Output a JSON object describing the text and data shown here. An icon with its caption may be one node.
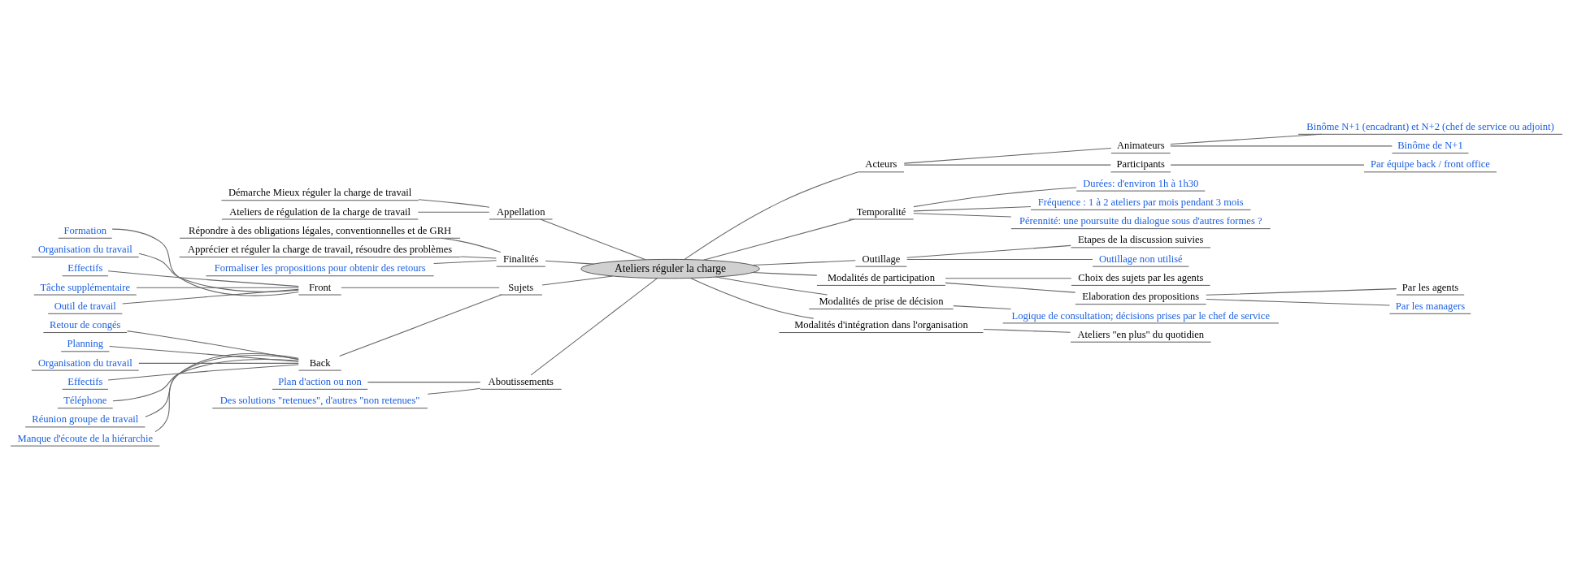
{
  "diagram": {
    "nodes": [
      {
        "text": [
          "Ateliers réguler la charge"
        ]
      },
      {
        "text": [
          "Appellation"
        ]
      },
      {
        "text": [
          "Démarche Mieux réguler la charge de travail"
        ]
      },
      {
        "text": [
          "Ateliers de régulation de la charge de travail"
        ]
      },
      {
        "text": [
          "Finalités"
        ]
      },
      {
        "text": [
          "Répondre à des obligations légales, conventionnelles et de GRH"
        ]
      },
      {
        "text": [
          "Apprécier et réguler la charge de travail, résoudre des problèmes"
        ]
      },
      {
        "text": [
          "Formaliser les propositions pour obtenir des retours"
        ]
      },
      {
        "text": [
          "Sujets"
        ]
      },
      {
        "text": [
          "Front"
        ]
      },
      {
        "text": [
          "Formation"
        ]
      },
      {
        "text": [
          "Organisation du travail"
        ]
      },
      {
        "text": [
          "Effectifs"
        ]
      },
      {
        "text": [
          "Tâche supplémentaire"
        ]
      },
      {
        "text": [
          "Outil de travail"
        ]
      },
      {
        "text": [
          "Back"
        ]
      },
      {
        "text": [
          "Retour de congés"
        ]
      },
      {
        "text": [
          "Planning"
        ]
      },
      {
        "text": [
          "Organisation du travail"
        ]
      },
      {
        "text": [
          "Effectifs"
        ]
      },
      {
        "text": [
          "Téléphone"
        ]
      },
      {
        "text": [
          "Réunion groupe de travail"
        ]
      },
      {
        "text": [
          "Manque d'écoute de la hiérarchie"
        ]
      },
      {
        "text": [
          "Aboutissements"
        ]
      },
      {
        "text": [
          "Plan d'action ou non"
        ]
      },
      {
        "text": [
          "Des solutions \"retenues\", d'autres \"non retenues\""
        ]
      },
      {
        "text": [
          "Acteurs"
        ]
      },
      {
        "text": [
          "Animateurs"
        ]
      },
      {
        "text": [
          "Binôme N+1 (encadrant) et N+2 (chef de service ou adjoint)"
        ]
      },
      {
        "text": [
          "Binôme de N+1"
        ]
      },
      {
        "text": [
          "Participants"
        ]
      },
      {
        "text": [
          "Par équipe back / front office"
        ]
      },
      {
        "text": [
          "Temporalité"
        ]
      },
      {
        "text": [
          "Durées: d'environ 1h à 1h30"
        ]
      },
      {
        "text": [
          "Fréquence : 1 à 2 ateliers par mois pendant 3 mois"
        ]
      },
      {
        "text": [
          "Pérennité: une poursuite du dialogue sous d'autres formes ?"
        ]
      },
      {
        "text": [
          "Outillage"
        ]
      },
      {
        "text": [
          "Etapes de la discussion suivies"
        ]
      },
      {
        "text": [
          "Outillage non utilisé"
        ]
      },
      {
        "text": [
          "Modalités de participation"
        ]
      },
      {
        "text": [
          "Choix des sujets par les agents"
        ]
      },
      {
        "text": [
          "Elaboration des propositions"
        ]
      },
      {
        "text": [
          "Par les agents"
        ]
      },
      {
        "text": [
          "Par les managers"
        ]
      },
      {
        "text": [
          "Modalités de prise de décision"
        ]
      },
      {
        "text": [
          "Logique de consultation; décisions prises par le chef de service"
        ]
      },
      {
        "text": [
          "Modalités d'intégration dans l'organisation"
        ]
      },
      {
        "text": [
          "Ateliers \"en plus\" du quotidien"
        ]
      }
    ],
    "edges": [
      {
        "from": 0,
        "to": 1,
        "arrow": "none"
      },
      {
        "from": 1,
        "to": 2,
        "arrow": "none"
      },
      {
        "from": 1,
        "to": 3,
        "arrow": "none"
      },
      {
        "from": 0,
        "to": 4,
        "arrow": "none"
      },
      {
        "from": 4,
        "to": 5,
        "arrow": "none"
      },
      {
        "from": 4,
        "to": 6,
        "arrow": "none"
      },
      {
        "from": 4,
        "to": 7,
        "arrow": "none"
      },
      {
        "from": 0,
        "to": 8,
        "arrow": "none"
      },
      {
        "from": 8,
        "to": 9,
        "arrow": "none"
      },
      {
        "from": 9,
        "to": 10,
        "arrow": "none"
      },
      {
        "from": 9,
        "to": 11,
        "arrow": "none"
      },
      {
        "from": 9,
        "to": 12,
        "arrow": "none"
      },
      {
        "from": 9,
        "to": 13,
        "arrow": "none"
      },
      {
        "from": 9,
        "to": 14,
        "arrow": "none"
      },
      {
        "from": 8,
        "to": 15,
        "arrow": "none"
      },
      {
        "from": 15,
        "to": 16,
        "arrow": "none"
      },
      {
        "from": 15,
        "to": 17,
        "arrow": "none"
      },
      {
        "from": 15,
        "to": 18,
        "arrow": "none"
      },
      {
        "from": 15,
        "to": 19,
        "arrow": "none"
      },
      {
        "from": 15,
        "to": 20,
        "arrow": "none"
      },
      {
        "from": 15,
        "to": 21,
        "arrow": "none"
      },
      {
        "from": 15,
        "to": 22,
        "arrow": "none"
      },
      {
        "from": 0,
        "to": 23,
        "arrow": "none"
      },
      {
        "from": 23,
        "to": 24,
        "arrow": "none"
      },
      {
        "from": 23,
        "to": 25,
        "arrow": "none"
      },
      {
        "from": 0,
        "to": 26,
        "arrow": "none"
      },
      {
        "from": 26,
        "to": 27,
        "arrow": "none"
      },
      {
        "from": 27,
        "to": 28,
        "arrow": "none"
      },
      {
        "from": 27,
        "to": 29,
        "arrow": "none"
      },
      {
        "from": 26,
        "to": 30,
        "arrow": "none"
      },
      {
        "from": 30,
        "to": 31,
        "arrow": "none"
      },
      {
        "from": 0,
        "to": 32,
        "arrow": "none"
      },
      {
        "from": 32,
        "to": 33,
        "arrow": "none"
      },
      {
        "from": 32,
        "to": 34,
        "arrow": "none"
      },
      {
        "from": 32,
        "to": 35,
        "arrow": "none"
      },
      {
        "from": 0,
        "to": 36,
        "arrow": "none"
      },
      {
        "from": 36,
        "to": 37,
        "arrow": "none"
      },
      {
        "from": 36,
        "to": 38,
        "arrow": "none"
      },
      {
        "from": 0,
        "to": 39,
        "arrow": "none"
      },
      {
        "from": 39,
        "to": 40,
        "arrow": "none"
      },
      {
        "from": 39,
        "to": 41,
        "arrow": "none"
      },
      {
        "from": 41,
        "to": 42,
        "arrow": "none"
      },
      {
        "from": 41,
        "to": 43,
        "arrow": "none"
      },
      {
        "from": 0,
        "to": 44,
        "arrow": "none"
      },
      {
        "from": 44,
        "to": 45,
        "arrow": "none"
      },
      {
        "from": 0,
        "to": 46,
        "arrow": "none"
      },
      {
        "from": 46,
        "to": 47,
        "arrow": "none"
      }
    ]
  }
}
